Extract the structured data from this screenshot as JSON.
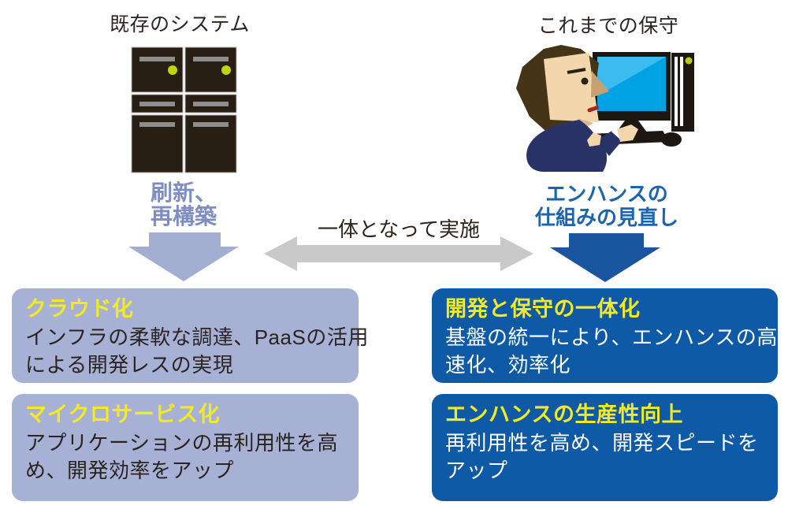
{
  "header": {
    "left_label": "既存のシステム",
    "right_label": "これまでの保守"
  },
  "flow": {
    "left_arrow_label": [
      "刷新、",
      "再構築"
    ],
    "right_arrow_label": [
      "エンハンスの",
      "仕組みの見直し"
    ],
    "center_label": "一体となって実施"
  },
  "boxes": {
    "left": [
      {
        "title": "クラウド化",
        "body": [
          "インフラの柔軟な調達、PaaSの活用",
          "による開発レスの実現"
        ]
      },
      {
        "title": "マイクロサービス化",
        "body": [
          "アプリケーションの再利用性を高",
          "め、開発効率をアップ"
        ]
      }
    ],
    "right": [
      {
        "title": "開発と保守の一体化",
        "body": [
          "基盤の統一により、エンハンスの高",
          "速化、効率化"
        ]
      },
      {
        "title": "エンハンスの生産性向上",
        "body": [
          "再利用性を高め、開発スピードを",
          "アップ"
        ]
      }
    ]
  },
  "icons": {
    "servers": "server-towers-illustration",
    "worker": "worker-at-computer-illustration",
    "down_arrow_left": "down-arrow-left-icon",
    "down_arrow_right": "down-arrow-right-icon",
    "double_arrow": "double-headed-arrow-icon"
  },
  "colors": {
    "box_left_bg": "#a7b1d5",
    "box_right_bg": "#0e5aa6",
    "title_yellow": "#f3ea21",
    "arrow_left": "#a3aed3",
    "arrow_right": "#1a55a0",
    "arrow_gray": "#c9c9c9",
    "label_left_blue": "#7f8ec2",
    "label_right_blue": "#1c63b0",
    "text_dark": "#2d2420",
    "server_body": "#291e14",
    "monitor_screen": "#00a2e4",
    "shirt_navy": "#2a3367",
    "led_green": "#bfd400"
  }
}
